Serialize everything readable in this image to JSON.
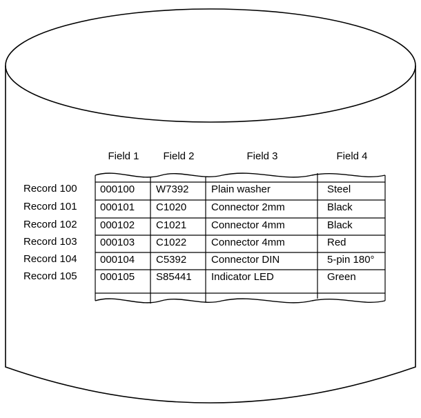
{
  "database": {
    "headers": [
      "Field 1",
      "Field 2",
      "Field 3",
      "Field 4"
    ],
    "records": [
      {
        "label": "Record 100",
        "cells": [
          "000100",
          "W7392",
          "Plain washer",
          "Steel"
        ]
      },
      {
        "label": "Record 101",
        "cells": [
          "000101",
          "C1020",
          "Connector 2mm",
          "Black"
        ]
      },
      {
        "label": "Record 102",
        "cells": [
          "000102",
          "C1021",
          "Connector 4mm",
          "Black"
        ]
      },
      {
        "label": "Record 103",
        "cells": [
          "000103",
          "C1022",
          "Connector 4mm",
          "Red"
        ]
      },
      {
        "label": "Record 104",
        "cells": [
          "000104",
          "C5392",
          "Connector DIN",
          "5-pin 180°"
        ]
      },
      {
        "label": "Record 105",
        "cells": [
          "000105",
          "S85441",
          "Indicator LED",
          "Green"
        ]
      }
    ]
  }
}
